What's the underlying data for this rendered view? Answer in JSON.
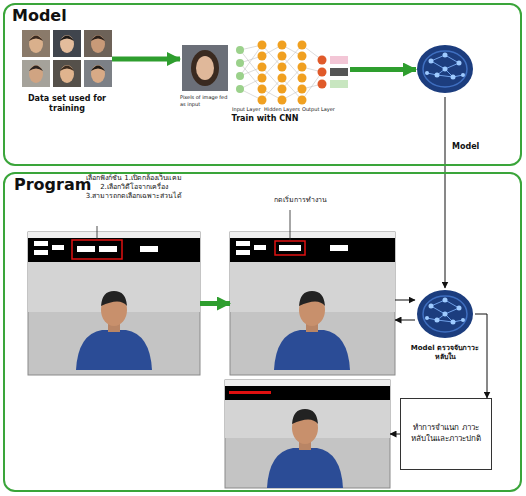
{
  "diagram": {
    "nodes": [
      {
        "text": [
          "Model"
        ]
      },
      {
        "text": [
          "Data set used for training"
        ],
        "in": 0
      },
      {
        "text": [
          "Pixels of image fed as input",
          "Input Layer",
          "Hidden Layers",
          "Output Layer",
          "Train with CNN"
        ],
        "in": 0
      },
      {
        "text": [],
        "in": 0
      },
      {
        "text": [
          "Program"
        ]
      },
      {
        "text": [
          "เลือกฟังก์ชั่น 1.เปิดกล้องเว็บแคม 2.เลือกวิดีโอจากเครื่อง 3.สามารถกดเลือกเฉพาะส่วนได้"
        ],
        "in": 4
      },
      {
        "text": [
          "กดเริ่มการทำงาน"
        ],
        "in": 4
      },
      {
        "text": [
          "Model ตรวจจับภาวะหลับใน"
        ],
        "in": 4
      },
      {
        "text": [
          "ทำการจำแนก ภาวะหลับในและภาวะปกติ"
        ],
        "in": 4
      },
      {
        "text": [],
        "in": 4
      }
    ],
    "edges": [
      {
        "from": 1,
        "to": 2,
        "arrow": "to"
      },
      {
        "from": 2,
        "to": 3,
        "arrow": "to"
      },
      {
        "from": 3,
        "to": 7,
        "label": "Model",
        "arrow": "to"
      },
      {
        "from": 5,
        "to": 6,
        "arrow": "to"
      },
      {
        "from": 6,
        "to": 7,
        "arrow": "to"
      },
      {
        "from": 7,
        "to": 6,
        "arrow": "to"
      },
      {
        "from": 7,
        "to": 8,
        "arrow": "to"
      },
      {
        "from": 8,
        "to": 9,
        "arrow": "to"
      }
    ]
  }
}
